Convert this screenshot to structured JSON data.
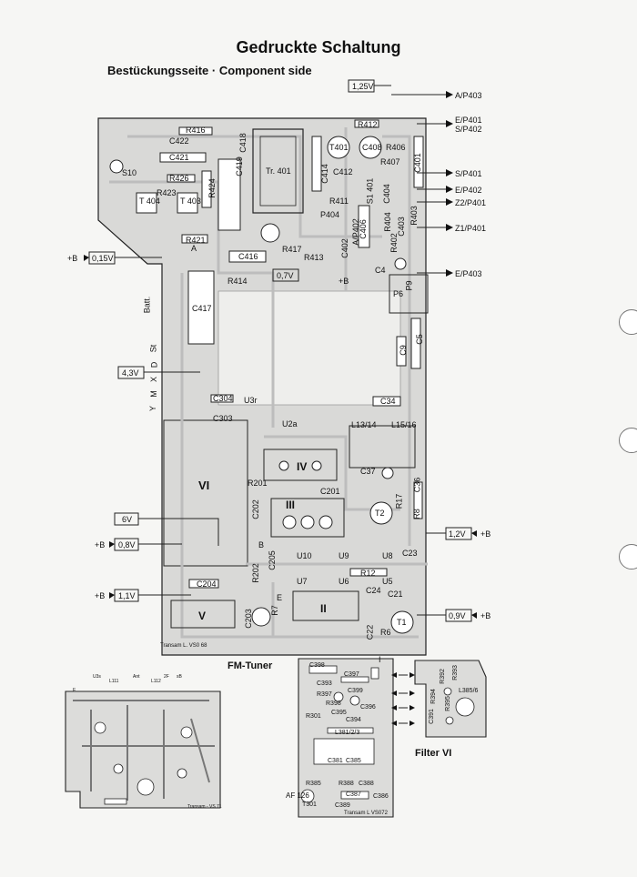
{
  "page": {
    "title": "Gedruckte Schaltung",
    "subtitle": "Bestückungsseite · Component side"
  },
  "board": {
    "components": [
      "R416",
      "C422",
      "C418",
      "C421",
      "R426",
      "S10",
      "C419",
      "R423",
      "R424",
      "T 404",
      "T 403",
      "R421",
      "Tr. 401",
      "C414",
      "C412",
      "T401",
      "C408",
      "R412",
      "R406",
      "R407",
      "C401",
      "R411",
      "S1 401",
      "C404",
      "P404",
      "R417",
      "R413",
      "C416",
      "R414",
      "C417",
      "C406",
      "R404",
      "C403",
      "C402",
      "C4",
      "C9",
      "C5",
      "C34",
      "C304",
      "C303",
      "L13/14",
      "L15/16",
      "IV",
      "VI",
      "III",
      "C201",
      "R201",
      "C37",
      "C36",
      "T2",
      "R8",
      "R17",
      "C23",
      "C202",
      "C205",
      "R202",
      "R12",
      "C204",
      "C24",
      "C21",
      "C203",
      "R7",
      "R6",
      "C22",
      "T1",
      "V",
      "II",
      "U10",
      "U9",
      "U8",
      "U7",
      "U6",
      "U5",
      "I",
      "P6",
      "P9",
      "A/P402",
      "R402",
      "R403"
    ],
    "testpoints": [
      "U3r",
      "U2a",
      "A",
      "B",
      "+B",
      "E",
      "Batt."
    ],
    "side_letters": [
      "Y",
      "M",
      "X",
      "D",
      "St"
    ],
    "voltages_left": [
      "0,15V",
      "4,3V",
      "6V",
      "0,8V",
      "1,1V"
    ],
    "voltages_right": [
      "1,2V",
      "0,9V"
    ],
    "voltage_top": "1,25V",
    "voltage_mid": "0,7V",
    "plus_b": "+B",
    "connectors_right": [
      "A/P403",
      "E/P401",
      "S/P402",
      "S/P401",
      "E/P402",
      "Z2/P401",
      "Z1/P401",
      "E/P403"
    ],
    "imprint": "Transam L. VS0 68"
  },
  "fm_tuner": {
    "label": "FM-Tuner",
    "parts": [
      "U3s",
      "Ant",
      "L111",
      "L112",
      "2F",
      "sB",
      "E"
    ],
    "imprint": "Transam - VS 71"
  },
  "filter": {
    "label": "Filter VI",
    "parts": [
      "C398",
      "C397",
      "C393",
      "C399",
      "R397",
      "R398",
      "C395",
      "C396",
      "C394",
      "R301",
      "L381/2/3",
      "C381",
      "C385",
      "R385",
      "R388",
      "C388",
      "C387",
      "C386",
      "C389",
      "AF 126",
      "T301",
      "R392",
      "R393",
      "R395",
      "R394",
      "C391",
      "L385/6"
    ],
    "imprint": "Transam L VS072"
  },
  "colors": {
    "ink": "#111111",
    "paper": "#f6f6f4",
    "trace": "#bdbdbd"
  }
}
